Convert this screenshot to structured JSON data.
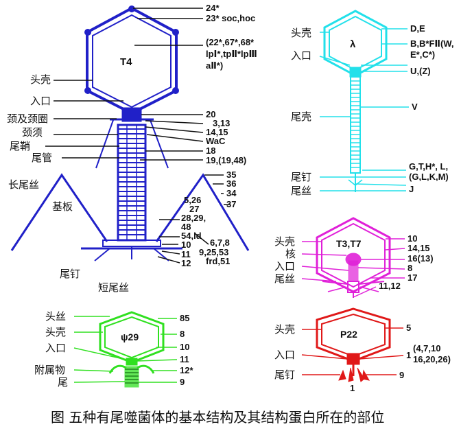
{
  "caption": "图  五种有尾噬菌体的基本结构及其结构蛋白所在的部位",
  "t4": {
    "name": "T4",
    "left_labels": [
      "头壳",
      "入口",
      "颈及颈圈",
      "颈须",
      "尾鞘",
      "尾管",
      "长尾丝",
      "基板",
      "尾钉",
      "短尾丝"
    ],
    "right_labels": [
      "24*",
      "23* soc,hoc",
      "(22*,67*,68*",
      "lpⅠ*,tpⅡ*lpⅢ",
      "aⅡ*)",
      "20",
      "3,13",
      "14,15",
      "WaC",
      "18",
      "19,(19,48)",
      "35",
      "36",
      "34",
      "37",
      "5,26",
      "27",
      "28,29,",
      "48",
      "54,ld",
      "6,7,8",
      "10",
      "9,25,53",
      "11",
      "frd,51",
      "12"
    ]
  },
  "lambda": {
    "name": "λ",
    "left_labels": [
      "头壳",
      "入口",
      "尾壳",
      "尾钉",
      "尾丝"
    ],
    "right_labels": [
      "D,E",
      "B,B*FⅡ(W,",
      "E*,C*)",
      "U,(Z)",
      "V",
      "G,T,H*, L,",
      "(G,L,K,M)",
      "J"
    ]
  },
  "t3t7": {
    "name": "T3,T7",
    "left_labels": [
      "头壳",
      "核",
      "入口",
      "尾丝"
    ],
    "right_labels": [
      "10",
      "14,15",
      "16(13)",
      "8",
      "17",
      "11,12"
    ]
  },
  "psi29": {
    "name": "ψ29",
    "left_labels": [
      "头丝",
      "头壳",
      "入口",
      "附属物",
      "尾"
    ],
    "right_labels": [
      "85",
      "8",
      "10",
      "11",
      "12*",
      "9"
    ]
  },
  "p22": {
    "name": "P22",
    "left_labels": [
      "头壳",
      "入口",
      "尾钉"
    ],
    "right_labels": [
      "5",
      "1",
      "(4,7,10",
      "16,20,26)",
      "9",
      "1"
    ]
  },
  "colors": {
    "t4": "#2020c8",
    "lambda": "#22e0ea",
    "t3t7": "#e020d8",
    "psi29": "#30e020",
    "p22": "#e01818"
  }
}
